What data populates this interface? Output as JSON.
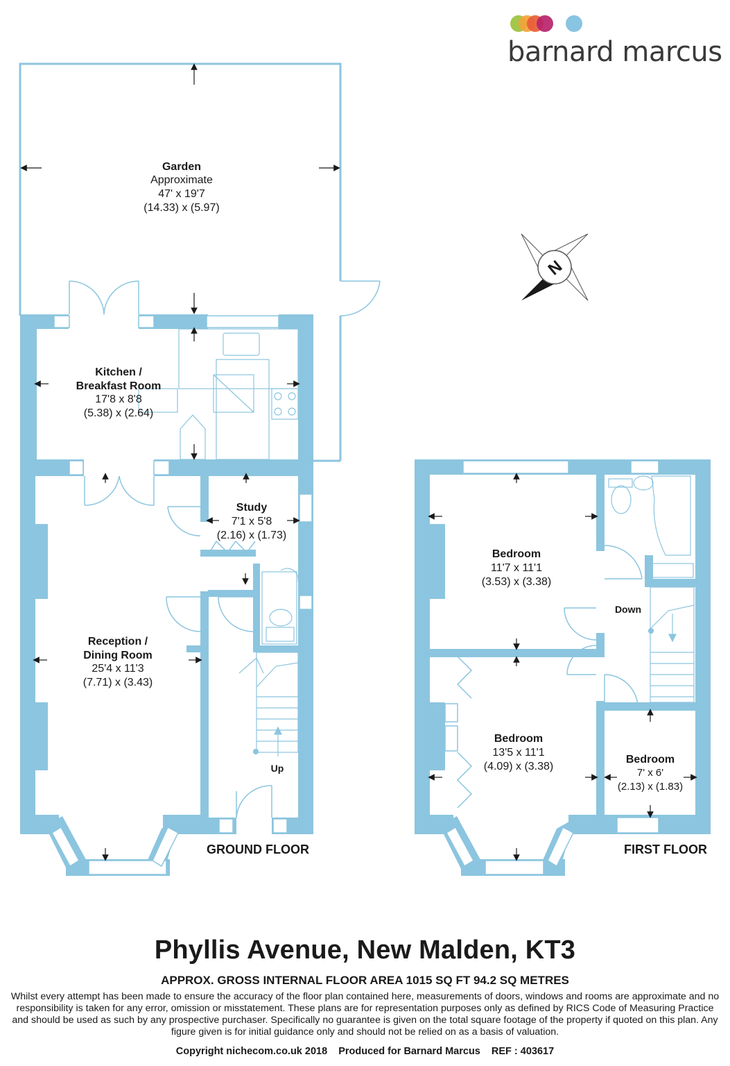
{
  "brand": {
    "name": "barnard marcus",
    "dot_colors": [
      "#9bc23c",
      "#f2a33a",
      "#e85d3a",
      "#b7246a",
      "#7fbfe0"
    ]
  },
  "colors": {
    "wall": "#8cc5df",
    "line": "#8cc5df",
    "text": "#1a1a1a"
  },
  "rooms": {
    "garden": {
      "name": "Garden",
      "line2": "Approximate",
      "imperial": "47' x 19'7",
      "metric": "(14.33) x (5.97)"
    },
    "kitchen": {
      "name1": "Kitchen /",
      "name2": "Breakfast Room",
      "imperial": "17'8 x 8'8",
      "metric": "(5.38) x (2.64)"
    },
    "study": {
      "name": "Study",
      "imperial": "7'1 x 5'8",
      "metric": "(2.16) x (1.73)"
    },
    "reception": {
      "name1": "Reception /",
      "name2": "Dining Room",
      "imperial": "25'4 x 11'3",
      "metric": "(7.71) x (3.43)"
    },
    "bedroom1": {
      "name": "Bedroom",
      "imperial": "11'7 x 11'1",
      "metric": "(3.53) x (3.38)"
    },
    "bedroom2": {
      "name": "Bedroom",
      "imperial": "13'5 x 11'1",
      "metric": "(4.09) x (3.38)"
    },
    "bedroom3": {
      "name": "Bedroom",
      "imperial": "7' x 6'",
      "metric": "(2.13) x (1.83)"
    }
  },
  "stairs": {
    "up": "Up",
    "down": "Down"
  },
  "floors": {
    "ground": "GROUND FLOOR",
    "first": "FIRST FLOOR"
  },
  "compass": {
    "letter": "N"
  },
  "footer": {
    "title": "Phyllis Avenue, New Malden, KT3",
    "area": "APPROX. GROSS INTERNAL FLOOR AREA 1015 SQ FT 94.2 SQ METRES",
    "disclaimer": "Whilst every attempt has been made to ensure the accuracy of the floor plan contained here, measurements of doors, windows and rooms are approximate and no responsibility is taken for any error, omission or misstatement. These plans are for representation purposes only as defined by RICS Code of Measuring Practice and should be used as such by any prospective purchaser.  Specifically no guarantee is given on the total square footage of the property if quoted on this plan. Any figure given is for initial guidance only and should not be relied on as a basis of valuation.",
    "copyright": "Copyright nichecom.co.uk 2018",
    "produced": "Produced for Barnard Marcus",
    "ref": "REF : 403617"
  }
}
